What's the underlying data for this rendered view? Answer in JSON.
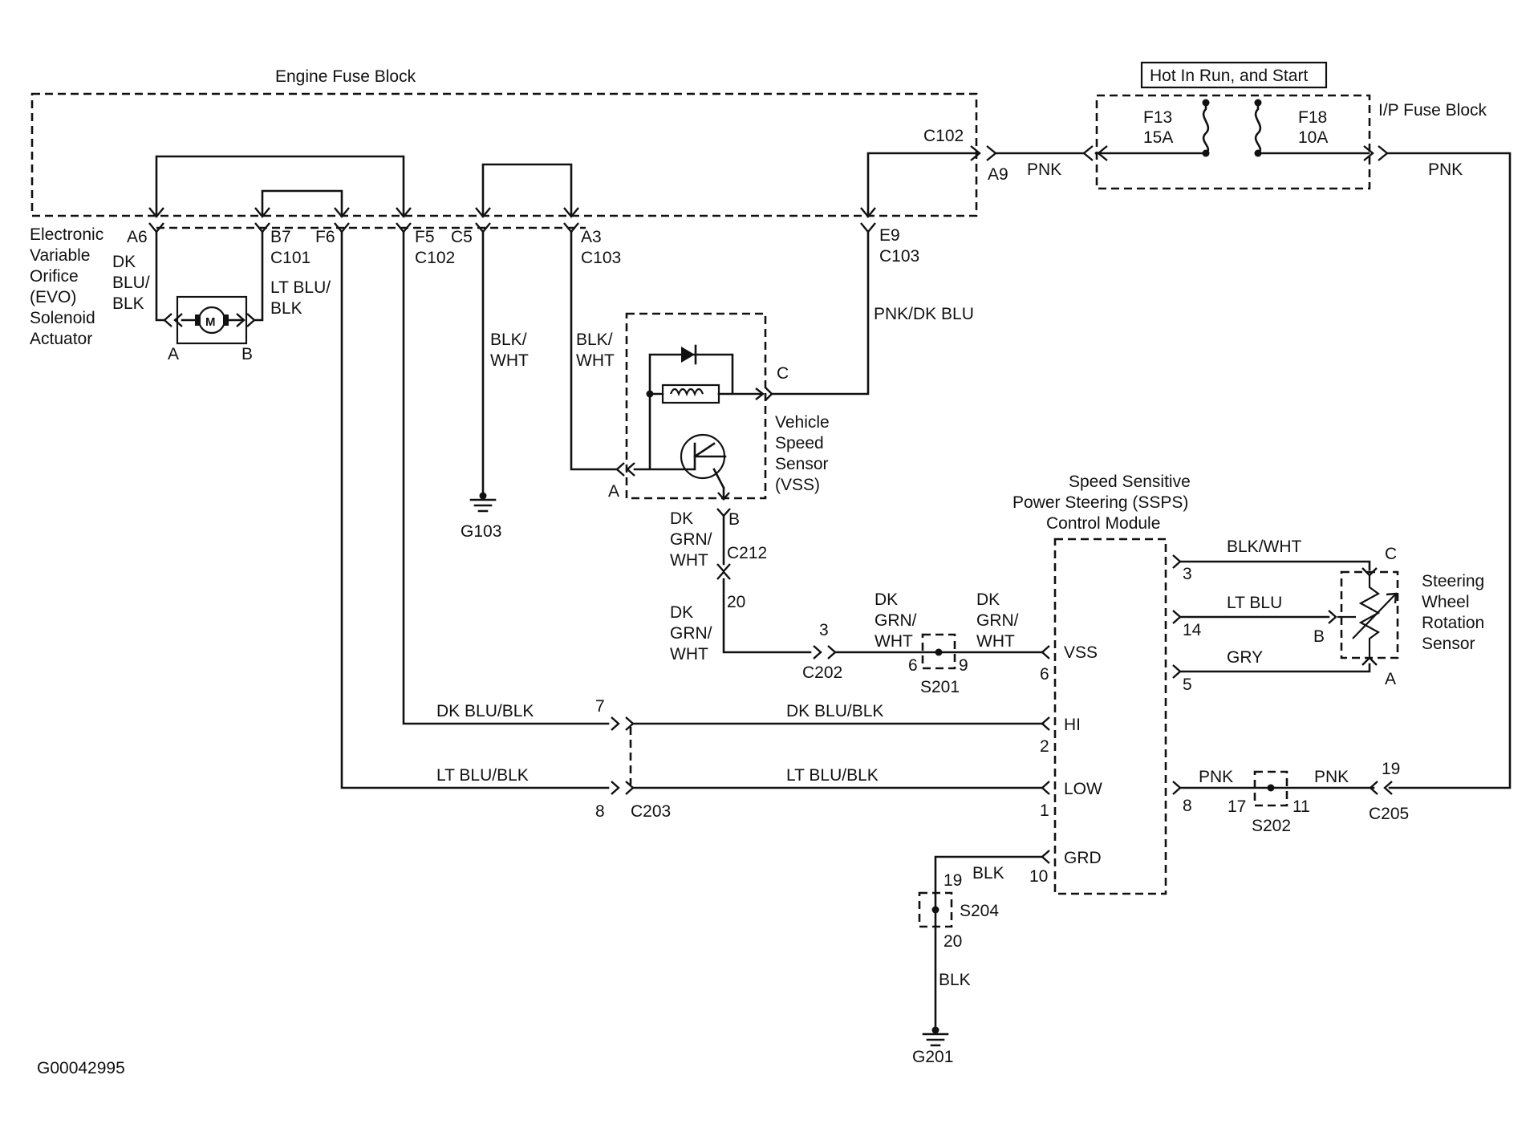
{
  "diagram_id": "G00042995",
  "engine_fuse_block": {
    "title": "Engine Fuse Block"
  },
  "ip_fuse_block": {
    "title": "I/P Fuse Block",
    "hot_label": "Hot In Run, and Start",
    "fuse_left": {
      "name": "F13",
      "rating": "15A"
    },
    "fuse_right": {
      "name": "F18",
      "rating": "10A"
    },
    "term_left": "A9"
  },
  "evo": {
    "title_lines": [
      "Electronic",
      "Variable",
      "Orifice",
      "(EVO)",
      "Solenoid",
      "Actuator"
    ],
    "pin_a": "A",
    "pin_b": "B",
    "motor_symbol": "M",
    "wire_a_lines": [
      "DK",
      "BLU/",
      "BLK"
    ],
    "wire_b_lines": [
      "LT BLU/",
      "BLK"
    ]
  },
  "connectors": {
    "a6": "A6",
    "b7": "B7",
    "c101": "C101",
    "f6": "F6",
    "f5": "F5",
    "c102": "C102",
    "c5": "C5",
    "a3": "A3",
    "c103": "C103",
    "e9": "E9",
    "c103_e9": "C103",
    "c102_top": "C102"
  },
  "wires": {
    "pnk_left": "PNK",
    "pnk_right": "PNK",
    "pnk_dk_blu": "PNK/DK BLU",
    "blk_wht_lines": [
      "BLK/",
      "WHT"
    ],
    "blk_wht_a3_lines": [
      "BLK/",
      "WHT"
    ],
    "dk_blu_blk_left": "DK BLU/BLK",
    "dk_blu_blk_right": "DK BLU/BLK",
    "lt_blu_blk_left": "LT  BLU/BLK",
    "lt_blu_blk_right": "LT  BLU/BLK",
    "dk_grn_wht_c212_lines": [
      "DK",
      "GRN/",
      "WHT"
    ],
    "dk_grn_wht_20_lines": [
      "DK",
      "GRN/",
      "WHT"
    ],
    "dk_grn_wht_s201l_lines": [
      "DK",
      "GRN/",
      "WHT"
    ],
    "dk_grn_wht_s201r_lines": [
      "DK",
      "GRN/",
      "WHT"
    ],
    "blk_wht_sensor": "BLK/WHT",
    "lt_blu_sensor": "LT BLU",
    "gry_sensor": "GRY",
    "pnk_s202l": "PNK",
    "pnk_s202r": "PNK",
    "blk_ground": "BLK",
    "blk_s204": "BLK"
  },
  "ground_g103": "G103",
  "ground_g201": "G201",
  "vss": {
    "title_lines": [
      "Vehicle",
      "Speed",
      "Sensor",
      "(VSS)"
    ],
    "pin_a": "A",
    "pin_b": "B",
    "pin_c": "C"
  },
  "c212": {
    "name": "C212",
    "pin": "20"
  },
  "c202": {
    "name": "C202",
    "pin": "3"
  },
  "s201": {
    "name": "S201",
    "pin_left": "6",
    "pin_right": "9"
  },
  "c203": {
    "name": "C203",
    "pin_top": "7",
    "pin_bottom": "8"
  },
  "ssps": {
    "title_lines": [
      "Speed Sensitive",
      "Power Steering (SSPS)",
      "Control Module"
    ],
    "vss": "VSS",
    "vss_pin": "6",
    "hi": "HI",
    "hi_pin": "2",
    "low": "LOW",
    "low_pin": "1",
    "grd": "GRD",
    "grd_pin": "10",
    "pin_3": "3",
    "pin_14": "14",
    "pin_5": "5",
    "pin_8": "8"
  },
  "steering_sensor": {
    "title_lines": [
      "Steering",
      "Wheel",
      "Rotation",
      "Sensor"
    ],
    "pin_c": "C",
    "pin_b": "B",
    "pin_a": "A"
  },
  "s202": {
    "name": "S202",
    "pin_left": "17",
    "pin_right": "11"
  },
  "c205": {
    "name": "C205",
    "pin": "19"
  },
  "s204": {
    "name": "S204",
    "pin_top": "19",
    "pin_bottom": "20"
  }
}
